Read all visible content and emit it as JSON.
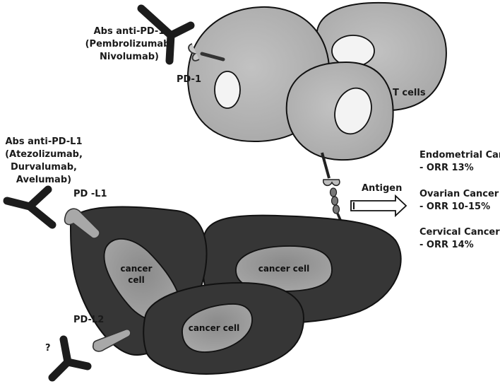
{
  "antibodies": {
    "anti_pd1": {
      "title": "Abs anti-PD-1",
      "drugs": [
        "(Pembrolizumab,",
        "Nivolumab)"
      ]
    },
    "anti_pdl1": {
      "title": "Abs anti-PD-L1",
      "drugs": [
        "(Atezolizumab,",
        "Durvalumab,",
        "Avelumab)"
      ]
    },
    "unknown_ab": {
      "label": "?"
    }
  },
  "receptors": {
    "pd1": "PD-1",
    "pdl1": "PD -L1",
    "pdl2": "PD-L2"
  },
  "t_cells_label": "T cells",
  "antigen_label": "Antigen",
  "cancer_cells": {
    "left_line1": "cancer",
    "left_line2": "cell",
    "right": "cancer cell",
    "bottom": "cancer cell"
  },
  "response_rates": [
    {
      "cancer": "Endometrial Cancer",
      "orr": "- ORR 13%"
    },
    {
      "cancer": "Ovarian Cancer",
      "orr": "- ORR 10-15%"
    },
    {
      "cancer": "Cervical Cancer",
      "orr": "- ORR 14%"
    }
  ],
  "colors": {
    "t_cell_fill": "#b4b4b4",
    "nucleus_fill": "#f2f2f2",
    "cancer_cell_fill": "#363636",
    "cancer_nucleus_fill": "#9a9a9a",
    "antibody_fill": "#1c1c1c",
    "receptor_fill": "#a8a8a8"
  }
}
